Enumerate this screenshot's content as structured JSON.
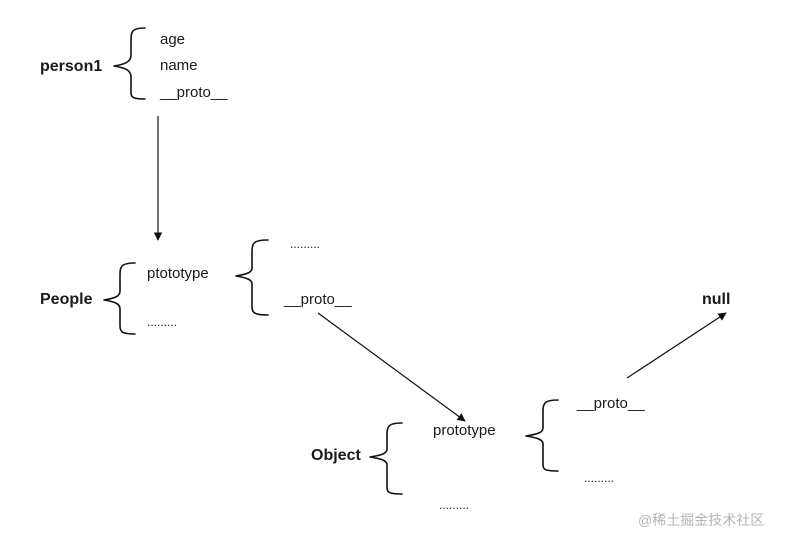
{
  "person1": {
    "label": "person1",
    "props": [
      "age",
      "name",
      "__proto__"
    ]
  },
  "people": {
    "label": "People",
    "props": [
      "ptototype",
      "........."
    ],
    "sub_props": [
      ".........",
      "__proto__"
    ]
  },
  "object": {
    "label": "Object",
    "props": [
      "prototype",
      "........."
    ],
    "sub_props": [
      "__proto__",
      "........."
    ]
  },
  "null_label": "null",
  "watermark": "@稀土掘金技术社区"
}
